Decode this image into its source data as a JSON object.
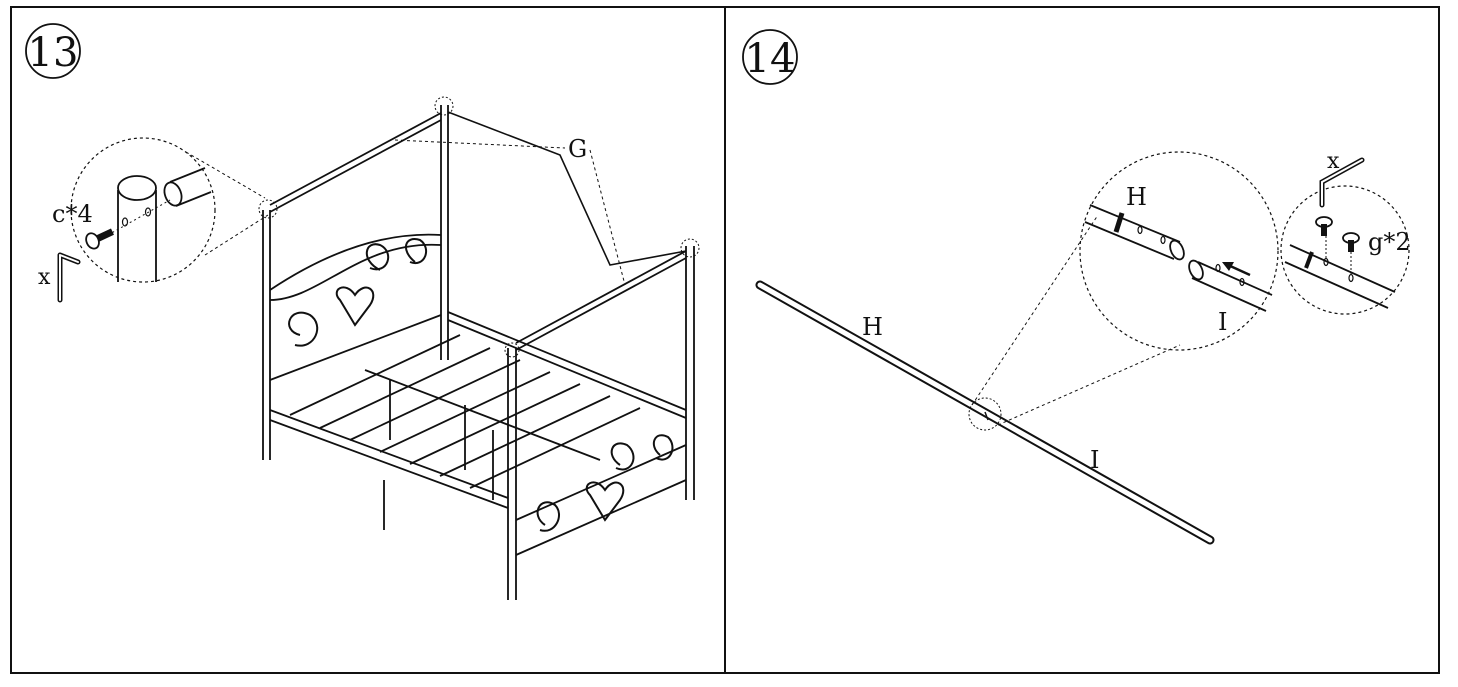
{
  "steps": [
    {
      "number": "13",
      "labels": {
        "part_g": "G",
        "screw_qty": "c*4",
        "tool": "x"
      }
    },
    {
      "number": "14",
      "labels": {
        "part_h_detail": "H",
        "part_i_detail": "I",
        "screw_qty": "g*2",
        "tool": "x",
        "part_h_main": "H",
        "part_i_main": "I"
      }
    }
  ],
  "colors": {
    "ink": "#111111",
    "background": "#ffffff"
  }
}
